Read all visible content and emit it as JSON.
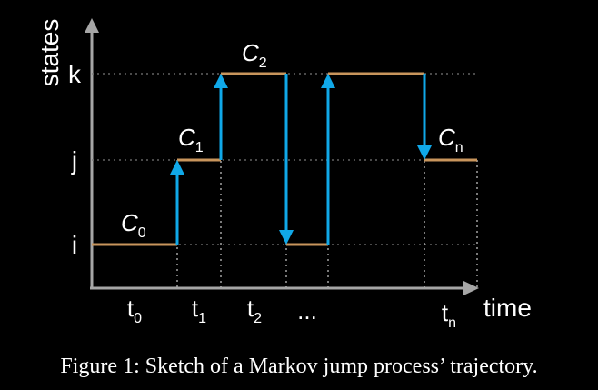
{
  "axes": {
    "y_label": "states",
    "x_label": "time"
  },
  "states": [
    "i",
    "j",
    "k"
  ],
  "time_labels": [
    {
      "base": "t",
      "sub": "0"
    },
    {
      "base": "t",
      "sub": "1"
    },
    {
      "base": "t",
      "sub": "2"
    },
    {
      "base": "...",
      "sub": ""
    },
    {
      "base": "t",
      "sub": "n"
    }
  ],
  "sojourn_labels": [
    {
      "base": "C",
      "sub": "0"
    },
    {
      "base": "C",
      "sub": "1"
    },
    {
      "base": "C",
      "sub": "2"
    },
    {
      "base": "C",
      "sub": "n"
    }
  ],
  "trajectory": {
    "levels": [
      "i",
      "j",
      "k",
      "i",
      "k",
      "j"
    ],
    "jump_directions": [
      "up",
      "up",
      "down",
      "up",
      "down"
    ]
  },
  "caption": "Figure 1: Sketch of a Markov jump process’ trajectory.",
  "colors": {
    "background": "#000000",
    "axis": "#a6a6a6",
    "segment": "#c8955c",
    "jump": "#10a8e8",
    "text": "#ffffff",
    "grid": "#bbbbbb"
  }
}
